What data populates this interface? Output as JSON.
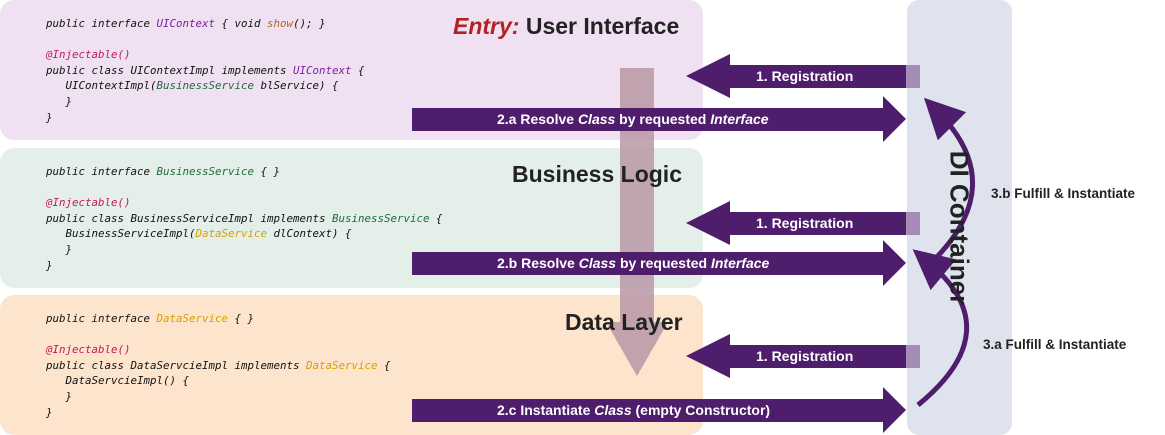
{
  "layers": {
    "ui": {
      "title_prefix": "Entry:",
      "title": "User Interface",
      "code": {
        "l1_a": "public interface ",
        "l1_iface": "UIContext",
        "l1_b": " { void ",
        "l1_meth": "show",
        "l1_c": "(); }",
        "l2_anno": "@Injectable()",
        "l3_a": "public class UIContextImpl implements ",
        "l3_iface": "UIContext",
        "l3_b": " {",
        "l4_a": "   UIContextImpl(",
        "l4_iface": "BusinessService",
        "l4_b": " blService) {",
        "l5": "   }",
        "l6": "}"
      }
    },
    "bl": {
      "title": "Business Logic",
      "code": {
        "l1_a": "public interface ",
        "l1_iface": "BusinessService",
        "l1_b": " { }",
        "l2_anno": "@Injectable()",
        "l3_a": "public class BusinessServiceImpl implements ",
        "l3_iface": "BusinessService",
        "l3_b": " {",
        "l4_a": "   BusinessServiceImpl(",
        "l4_iface": "DataService",
        "l4_b": " dlContext) {",
        "l5": "   }",
        "l6": "}"
      }
    },
    "dl": {
      "title": "Data Layer",
      "code": {
        "l1_a": "public interface ",
        "l1_iface": "DataService",
        "l1_b": " { }",
        "l2_anno": "@Injectable()",
        "l3_a": "public class DataServcieImpl implements ",
        "l3_iface": "DataService",
        "l3_b": " {",
        "l4": "   DataServcieImpl() {",
        "l5": "   }",
        "l6": "}"
      }
    }
  },
  "di_container": {
    "label": "DI Container"
  },
  "arrows": {
    "reg": "1. Registration",
    "resolve_a": {
      "pre": "2.a Resolve ",
      "cls": "Class",
      "mid": " by requested ",
      "iface": "Interface"
    },
    "resolve_b": {
      "pre": "2.b Resolve ",
      "cls": "Class",
      "mid": " by requested ",
      "iface": "Interface"
    },
    "instantiate_c": {
      "pre": "2.c Instantiate ",
      "cls": "Class",
      "post": " (empty Constructor)"
    }
  },
  "fulfill": {
    "b": "3.b Fulfill & Instantiate",
    "a": "3.a Fulfill & Instantiate"
  },
  "colors": {
    "arrow": "#4e1d6b",
    "arrow_faded": "#a58cb7",
    "down_arrow": "#b898a4"
  }
}
